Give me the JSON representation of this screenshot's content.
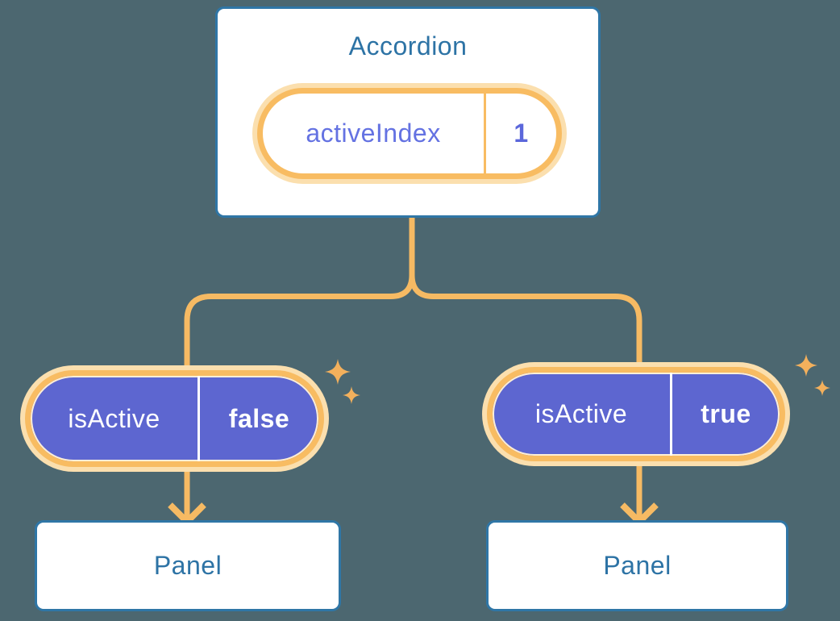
{
  "diagram": {
    "root": {
      "title": "Accordion",
      "state": {
        "name": "activeIndex",
        "value": "1"
      }
    },
    "children": [
      {
        "position": "left",
        "state": {
          "name": "isActive",
          "value": "false"
        },
        "panel_label": "Panel"
      },
      {
        "position": "right",
        "state": {
          "name": "isActive",
          "value": "true"
        },
        "panel_label": "Panel"
      }
    ]
  },
  "icons": {
    "sparkle": "sparkle-icon"
  },
  "colors": {
    "background": "#4C6770",
    "card_fill": "#FFFFFF",
    "card_border_blue": "#2F76A6",
    "card_text_blue": "#2D73A5",
    "pill_ring_orange": "#F8BC62",
    "pill_glow_cream": "#FBDFAE",
    "state_name_purple": "#6472E2",
    "state_value_purple": "#5B67DB",
    "prop_pill_purple": "#5D66D0",
    "prop_pill_text": "#FFFFFF",
    "connector_orange": "#F6BA63",
    "sparkle_orange": "#F3B05C"
  }
}
